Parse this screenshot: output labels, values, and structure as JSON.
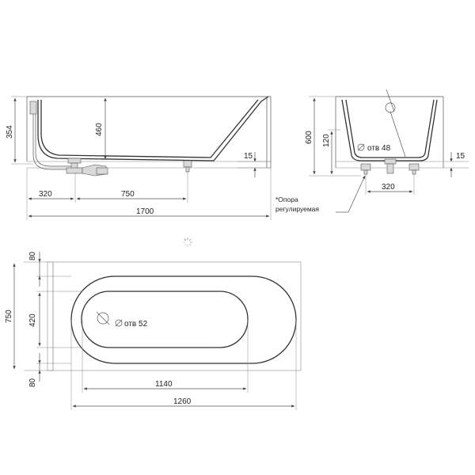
{
  "side_view": {
    "dims": {
      "height_354": "354",
      "height_460": "460",
      "rim_15": "15",
      "drain_offset_320": "320",
      "feet_span_750": "750",
      "length_1700": "1700"
    }
  },
  "end_view": {
    "dims": {
      "height_600": "600",
      "height_120": "120",
      "rim_15": "15",
      "feet_span_320": "320"
    },
    "hole_label": "отв 48",
    "support_note_line1": "*Опора",
    "support_note_line2": "регулируемая"
  },
  "top_view": {
    "dims": {
      "rim_80_top": "80",
      "width_750": "750",
      "inner_420": "420",
      "rim_80_bottom": "80",
      "inner_length_1140": "1140",
      "outer_length_1260": "1260"
    },
    "hole_label": "отв 52"
  },
  "colors": {
    "line": "#333333",
    "dimension": "#555555",
    "background": "#ffffff"
  },
  "icons": [
    "loading-spinner-icon"
  ]
}
